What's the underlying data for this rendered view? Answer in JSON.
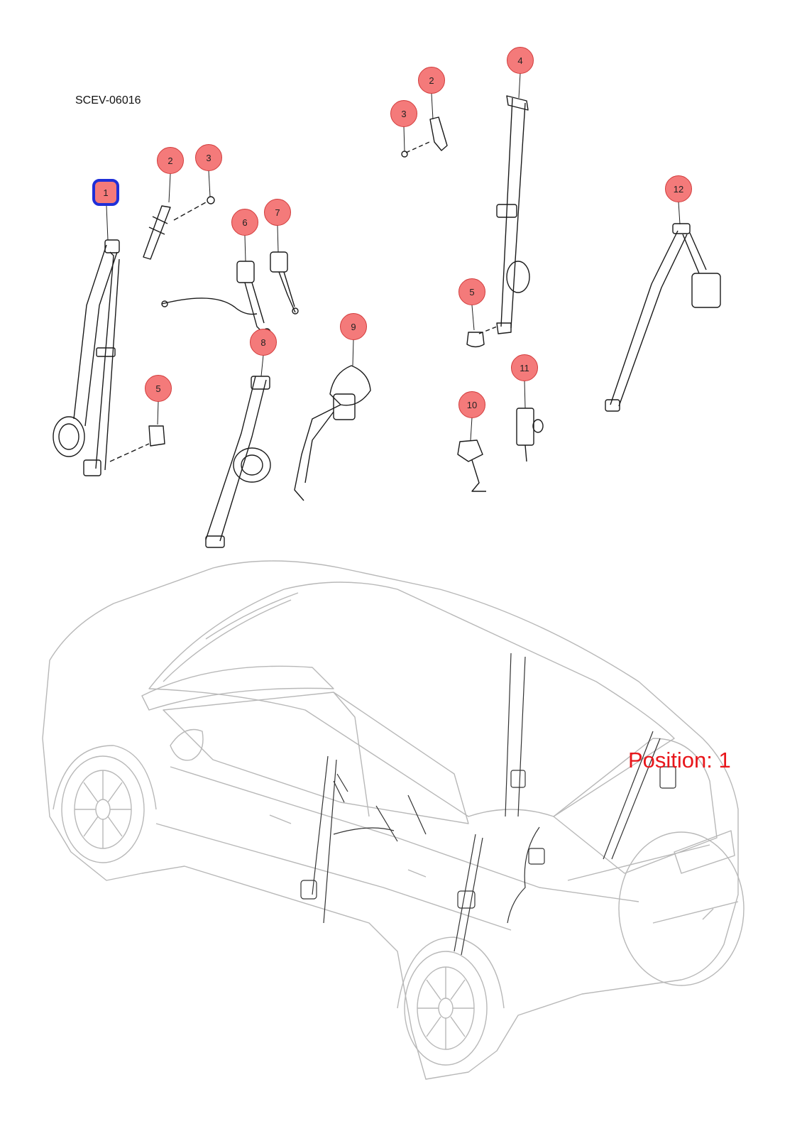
{
  "diagram": {
    "code": "SCEV-06016",
    "position_label": "Position: 1",
    "selected_callout": "1",
    "callouts": [
      "1",
      "2",
      "3",
      "5",
      "6",
      "7",
      "8",
      "9",
      "2",
      "3",
      "4",
      "5",
      "10",
      "11",
      "12"
    ]
  },
  "colors": {
    "callout_fill": "#f47a7a",
    "callout_border": "#d23c3c",
    "selection_border": "#1f2fd8",
    "position_text": "#e8161b",
    "part_line": "#222222",
    "vehicle_line": "#b8b8b8"
  }
}
